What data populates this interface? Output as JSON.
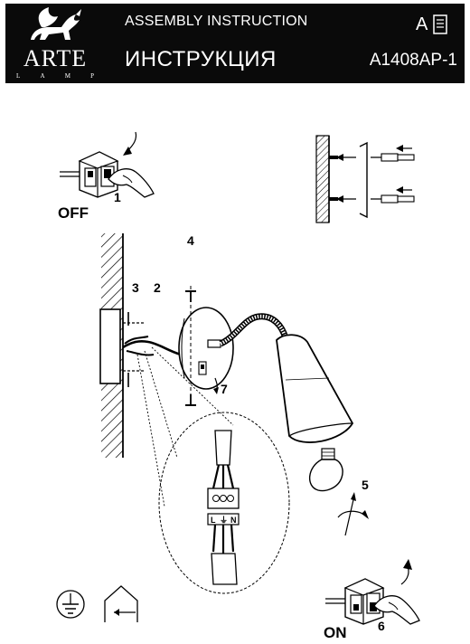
{
  "header": {
    "logo": {
      "word": "ARTE",
      "sub": [
        "L",
        "A",
        "M",
        "P"
      ]
    },
    "title_en": "ASSEMBLY INSTRUCTION",
    "title_ru": "ИНСТРУКЦИЯ",
    "lang": "A",
    "code": "A1408AP-1"
  },
  "callouts": {
    "step1": "1",
    "off": "OFF",
    "step2": "2",
    "step3": "3",
    "step4": "4",
    "step5": "5",
    "step6": "6",
    "step7": "7",
    "on": "ON"
  },
  "terminal_block": {
    "labels": [
      "L",
      "⏚",
      "N"
    ]
  },
  "icons": [
    "earth-ground-icon",
    "indoor-use-icon",
    "light-switch-icon",
    "hand-icon",
    "wall-anchor-icon",
    "light-bulb-icon"
  ]
}
